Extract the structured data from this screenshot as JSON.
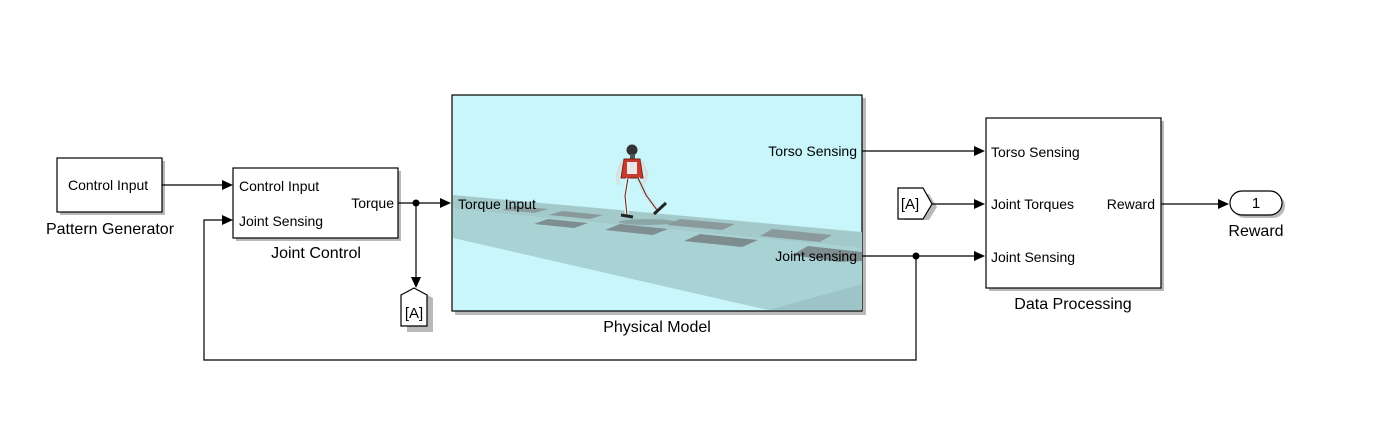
{
  "blocks": {
    "pattern_generator": {
      "port_out": "Control Input",
      "title": "Pattern Generator"
    },
    "joint_control": {
      "port_in_1": "Control Input",
      "port_in_2": "Joint Sensing",
      "port_out": "Torque",
      "title": "Joint Control"
    },
    "physical_model": {
      "port_in": "Torque Input",
      "port_out_1": "Torso Sensing",
      "port_out_2": "Joint sensing",
      "title": "Physical Model"
    },
    "data_processing": {
      "port_in_1": "Torso Sensing",
      "port_in_2": "Joint Torques",
      "port_in_3": "Joint Sensing",
      "port_out": "Reward",
      "title": "Data Processing"
    },
    "goto_tag": {
      "label": "[A]"
    },
    "from_tag": {
      "label": "[A]"
    },
    "outport": {
      "number": "1",
      "title": "Reward"
    }
  },
  "colors": {
    "scene_sky": "#c8f6fb",
    "floor_top": "#9fc6c8",
    "floor_front": "#a7d0d2",
    "tile_dark": "#7e8e90",
    "robot_red": "#c83a2e"
  }
}
